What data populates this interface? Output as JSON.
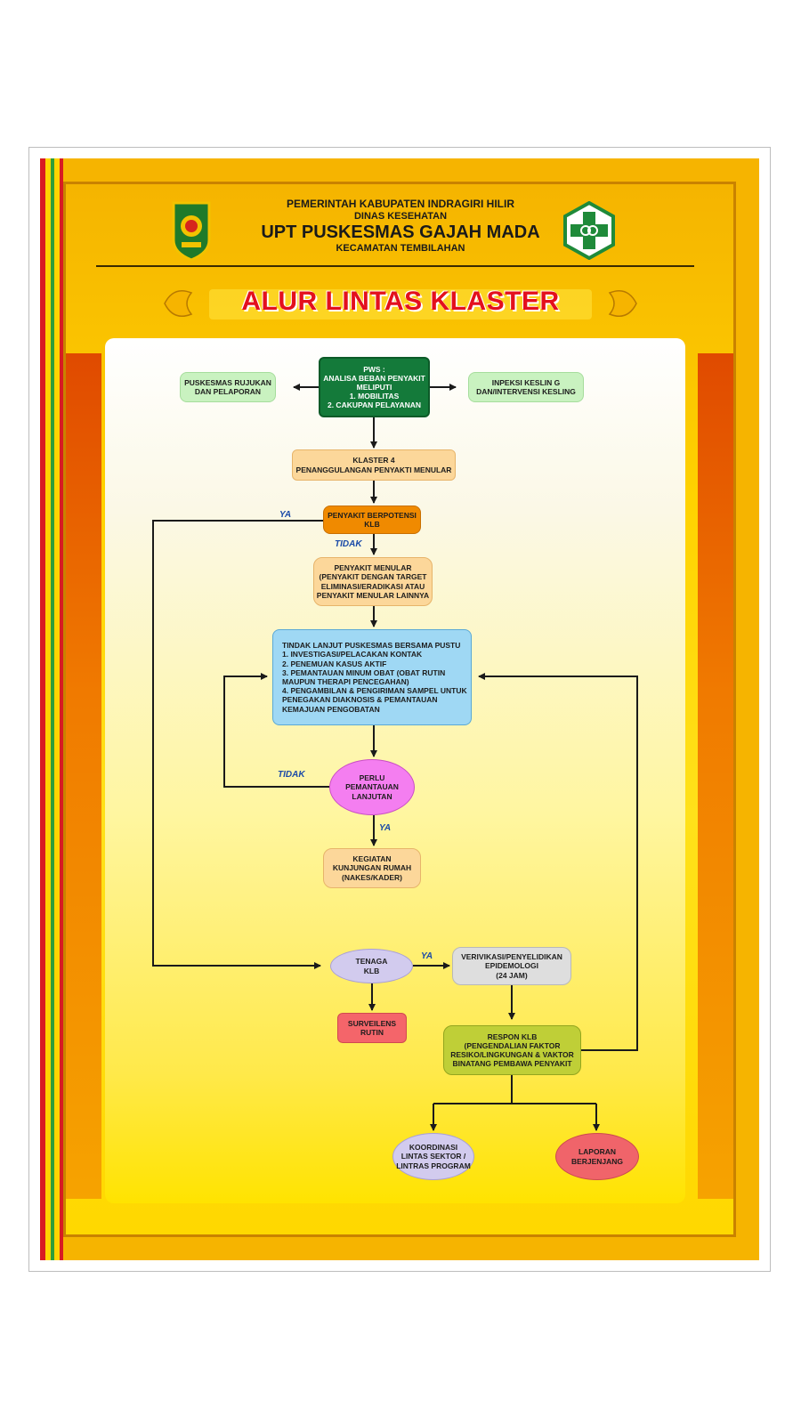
{
  "header": {
    "line1": "PEMERINTAH KABUPATEN INDRAGIRI HILIR",
    "line2": "DINAS KESEHATAN",
    "line3": "UPT PUSKESMAS GAJAH MADA",
    "line4": "KECAMATAN TEMBILAHAN"
  },
  "title": "ALUR LINTAS KLASTER",
  "nodes": {
    "pws": "PWS :\nANALISA BEBAN PENYAKIT\nMELIPUTI\n1. MOBILITAS\n2. CAKUPAN PELAYANAN",
    "rujukan": "PUSKESMAS RUJUKAN\nDAN PELAPORAN",
    "kesling": "INPEKSI KESLIN G\nDAN/INTERVENSI KESLING",
    "klaster4": "KLASTER 4\nPENANGGULANGAN PENYAKTI MENULAR",
    "berpotensi": "PENYAKIT BERPOTENSI\nKLB",
    "menular": "PENYAKIT MENULAR\n(PENYAKIT DENGAN TARGET\nELIMINASI/ERADIKASI ATAU\nPENYAKIT MENULAR LAINNYA",
    "tindak_title": "TINDAK LANJUT PUSKESMAS BERSAMA PUSTU",
    "tindak_items": [
      "1. INVESTIGASI/PELACAKAN KONTAK",
      "2. PENEMUAN KASUS AKTIF",
      "3. PEMANTAUAN MINUM OBAT (OBAT RUTIN\n   MAUPUN THERAPI PENCEGAHAN)",
      "4. PENGAMBILAN & PENGIRIMAN SAMPEL UNTUK\n   PENEGAKAN DIAKNOSIS & PEMANTAUAN\n   KEMAJUAN PENGOBATAN"
    ],
    "perlu": "PERLU\nPEMANTAUAN\nLANJUTAN",
    "kunjungan": "KEGIATAN\nKUNJUNGAN RUMAH\n(NAKES/KADER)",
    "tenaga": "TENAGA\nKLB",
    "verifikasi": "VERIVIKASI/PENYELIDIKAN\nEPIDEMOLOGI\n(24 JAM)",
    "surveilens": "SURVEILENS\nRUTIN",
    "respon": "RESPON KLB\n(PENGENDALIAN FAKTOR\nRESIKO/LINGKUNGAN & VAKTOR\nBINATANG PEMBAWA PENYAKIT",
    "koordinasi": "KOORDINASI\nLINTAS SEKTOR /\nLINTRAS PROGRAM",
    "laporan": "LAPORAN\nBERJENJANG"
  },
  "edge_labels": {
    "ya_1": "YA",
    "tidak_1": "TIDAK",
    "tidak_2": "TIDAK",
    "ya_2": "YA",
    "ya_3": "YA"
  },
  "colors": {
    "pws": "#147a3a",
    "light_green": "#c9f2c0",
    "peach": "#fcd79a",
    "orange": "#f08a00",
    "blue": "#9fd8f4",
    "magenta": "#f47ef0",
    "lavender": "#d2cbee",
    "grey": "#dedede",
    "red": "#f4656a",
    "olive": "#bfcf37",
    "salmon": "#f0646a",
    "title_red": "#e3101d"
  }
}
